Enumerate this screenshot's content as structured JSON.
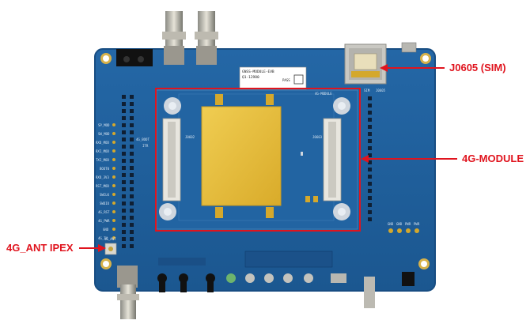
{
  "callouts": {
    "sim": "J0605 (SIM)",
    "module": "4G-MODULE",
    "antenna": "4G_ANT IPEX"
  },
  "board": {
    "label_line1": "GNSS-MODULE-EVB",
    "label_line2": "Q1-12980",
    "pass": "PASS",
    "module_silk": "4G-MODULE",
    "sim_silk": "SIM",
    "sim_ref": "J0605",
    "left_conn_ref": "J0602",
    "right_conn_ref": "J0603",
    "ant_silk": "4G_ANT",
    "pin_labels": [
      "SP_MOD",
      "SW_MOD",
      "RXD_MOD",
      "RXI_MOD",
      "TXI_MOD",
      "BOOT0",
      "RXD_3V3",
      "RST_MOD",
      "SWCLK",
      "SWDIO",
      "4G_RST",
      "4G_PWR",
      "GND",
      "4G_TX"
    ],
    "mid_labels": [
      "4G_BOOT",
      "ITR"
    ],
    "power_labels": [
      "GND",
      "GND",
      "PWR",
      "PWR"
    ]
  },
  "colors": {
    "callout": "#e0141e",
    "pcb": "#1f5f9c",
    "pcb_edge": "#184d82",
    "shield": "#e6bd3a",
    "gold": "#d4a82c"
  }
}
